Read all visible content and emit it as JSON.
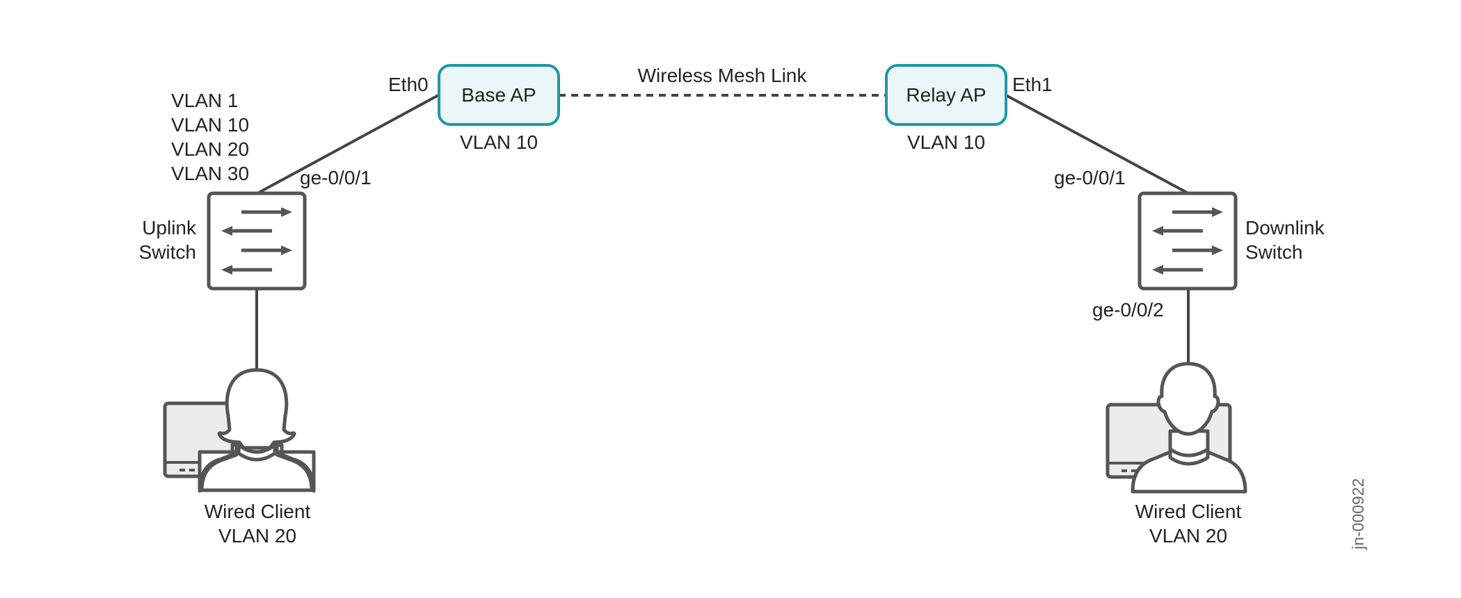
{
  "diagram": {
    "base_ap": {
      "label": "Base AP",
      "vlan": "VLAN 10",
      "port": "Eth0"
    },
    "relay_ap": {
      "label": "Relay AP",
      "vlan": "VLAN 10",
      "port": "Eth1"
    },
    "mesh_link": {
      "label": "Wireless Mesh Link"
    },
    "uplink_switch": {
      "label_line1": "Uplink",
      "label_line2": "Switch",
      "port": "ge-0/0/1",
      "vlans": [
        "VLAN 1",
        "VLAN 10",
        "VLAN 20",
        "VLAN 30"
      ]
    },
    "downlink_switch": {
      "label_line1": "Downlink",
      "label_line2": "Switch",
      "port_up": "ge-0/0/1",
      "port_down": "ge-0/0/2"
    },
    "left_client": {
      "label_line1": "Wired Client",
      "label_line2": "VLAN 20"
    },
    "right_client": {
      "label_line1": "Wired Client",
      "label_line2": "VLAN 20"
    },
    "figure_id": "jn-000922"
  },
  "colors": {
    "ap_border": "#1e98a8",
    "ap_fill": "#eaf6f7",
    "line": "#444444",
    "icon": "#555555"
  }
}
